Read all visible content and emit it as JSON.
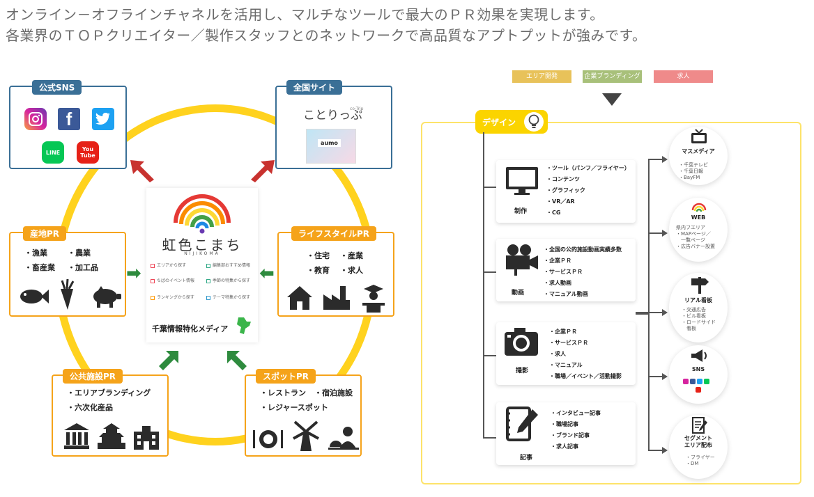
{
  "header": {
    "line1": "オンライン－オフラインチャネルを活用し、マルチなツールで最大のＰＲ効果を実現します。",
    "line2": "各業界のＴＯＰクリエイター／製作スタッフとのネットワークで高品質なアプトプットが強みです。"
  },
  "left": {
    "sns": {
      "title": "公式SNS",
      "icons": [
        "instagram-icon",
        "facebook-icon",
        "twitter-icon",
        "line-icon",
        "youtube-icon"
      ]
    },
    "national": {
      "title": "全国サイト",
      "brand": "ことりっぷ",
      "brand_sub": "co-Trip",
      "brand2": "aumo"
    },
    "center": {
      "name": "虹色こまち",
      "sub": "NIJIKOMA",
      "menu": [
        "エリアから探す",
        "編集部おすすめ情報",
        "ちばのイベント情報",
        "季節の特集から探す",
        "ランキングから探す",
        "テーマ特集から探す"
      ],
      "media": "千葉情報特化メディア"
    },
    "sanchi": {
      "title": "産地PR",
      "items": [
        "・漁業",
        "・農業",
        "・畜産業",
        "・加工品"
      ]
    },
    "lifestyle": {
      "title": "ライフスタイルPR",
      "items": [
        "・住宅",
        "・産業",
        "・教育",
        "・求人"
      ]
    },
    "public": {
      "title": "公共施設PR",
      "items": [
        "・エリアブランディング",
        "・六次化産品"
      ]
    },
    "spot": {
      "title": "スポットPR",
      "items": [
        "・レストラン",
        "・宿泊施設",
        "・レジャースポット"
      ]
    }
  },
  "right": {
    "top_tags": [
      {
        "label": "エリア開発",
        "color": "#e8c25a"
      },
      {
        "label": "企業ブランディング",
        "color": "#a8c07a"
      },
      {
        "label": "求人",
        "color": "#ef8a8a"
      }
    ],
    "design": "デザイン",
    "cards": [
      {
        "label": "制作",
        "items": [
          "・ツール（パンフ／フライヤー）",
          "・コンテンツ",
          "・グラフィック",
          "・VR／AR",
          "・CG"
        ]
      },
      {
        "label": "動画",
        "items": [
          "・全国の公的施設動画実績多数",
          "・企業ＰＲ",
          "・サービスＰＲ",
          "・求人動画",
          "・マニュアル動画"
        ]
      },
      {
        "label": "撮影",
        "items": [
          "・企業ＰＲ",
          "・サービスＰＲ",
          "・求人",
          "・マニュアル",
          "・職場／イベント／活動撮影"
        ]
      },
      {
        "label": "記事",
        "items": [
          "・インタビュー記事",
          "・職場記事",
          "・ブランド記事",
          "・求人記事"
        ]
      }
    ],
    "outputs": [
      {
        "title": "マスメディア",
        "items": [
          "・千葉テレビ",
          "・千葉日報",
          "・BayFM"
        ]
      },
      {
        "title": "WEB",
        "items": [
          "県内フエリア",
          "・MAPページ／",
          "　一覧ページ",
          "・広告バナー設置"
        ]
      },
      {
        "title": "リアル看板",
        "items": [
          "・交通広告",
          "・ビル看板",
          "・ロードサイド",
          "　看板"
        ]
      },
      {
        "title": "SNS",
        "items": []
      },
      {
        "title": "セグメント",
        "title2": "エリア配布",
        "items": [
          "・フライヤー",
          "・DM"
        ]
      }
    ]
  },
  "colors": {
    "yellow": "#ffd21e",
    "blue": "#3a6f96",
    "orange": "#f5a31a",
    "green": "#2e8b3e",
    "red": "#c8322f"
  }
}
